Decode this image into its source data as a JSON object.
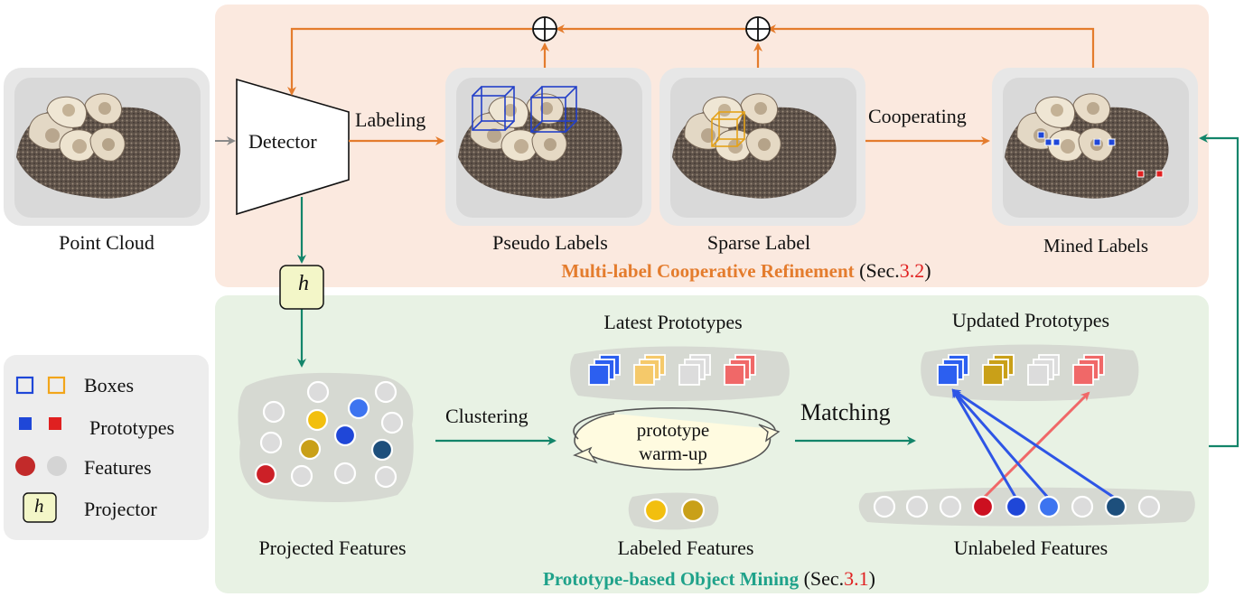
{
  "top_section": {
    "title": "Multi-label Cooperative Refinement",
    "ref_open": "(Sec.",
    "ref_num": "3.2",
    "ref_close": ")",
    "title_color": "#e47c2d",
    "bg_color": "#fbe9df"
  },
  "bottom_section": {
    "title": "Prototype-based Object Mining",
    "ref_open": "(Sec.",
    "ref_num": "3.1",
    "ref_close": ")",
    "title_color": "#1fa28a",
    "bg_color": "#e8f2e4"
  },
  "labels": {
    "point_cloud": "Point Cloud",
    "detector": "Detector",
    "labeling": "Labeling",
    "pseudo_labels": "Pseudo Labels",
    "sparse_label": "Sparse Label",
    "cooperating": "Cooperating",
    "mined_labels": "Mined Labels",
    "projector_symbol": "h",
    "projected_features": "Projected Features",
    "clustering": "Clustering",
    "latest_prototypes": "Latest Prototypes",
    "prototype_warmup_1": "prototype",
    "prototype_warmup_2": "warm-up",
    "labeled_features": "Labeled Features",
    "matching": "Matching",
    "updated_prototypes": "Updated Prototypes",
    "unlabeled_features": "Unlabeled Features",
    "plus_symbol": "⊕"
  },
  "legend": {
    "items": [
      {
        "label": "Boxes",
        "icon": "box-outline-icons"
      },
      {
        "label": "Prototypes",
        "icon": "prototype-square-icons"
      },
      {
        "label": "Features",
        "icon": "feature-circle-icons"
      },
      {
        "label": "Projector",
        "icon": "projector-icon",
        "symbol": "h"
      }
    ]
  },
  "colors": {
    "orange_arrow": "#e47c2d",
    "green_arrow": "#13856a",
    "blue": "#1f47d8",
    "light_blue": "#3d74f0",
    "navy": "#1d4f7c",
    "yellow": "#f2bf0e",
    "gold": "#c9a018",
    "red": "#cc2027",
    "salmon": "#f06868",
    "gray": "#dcdcdc",
    "projector_fill": "#f3f6c8",
    "ref_red": "#e02020"
  }
}
